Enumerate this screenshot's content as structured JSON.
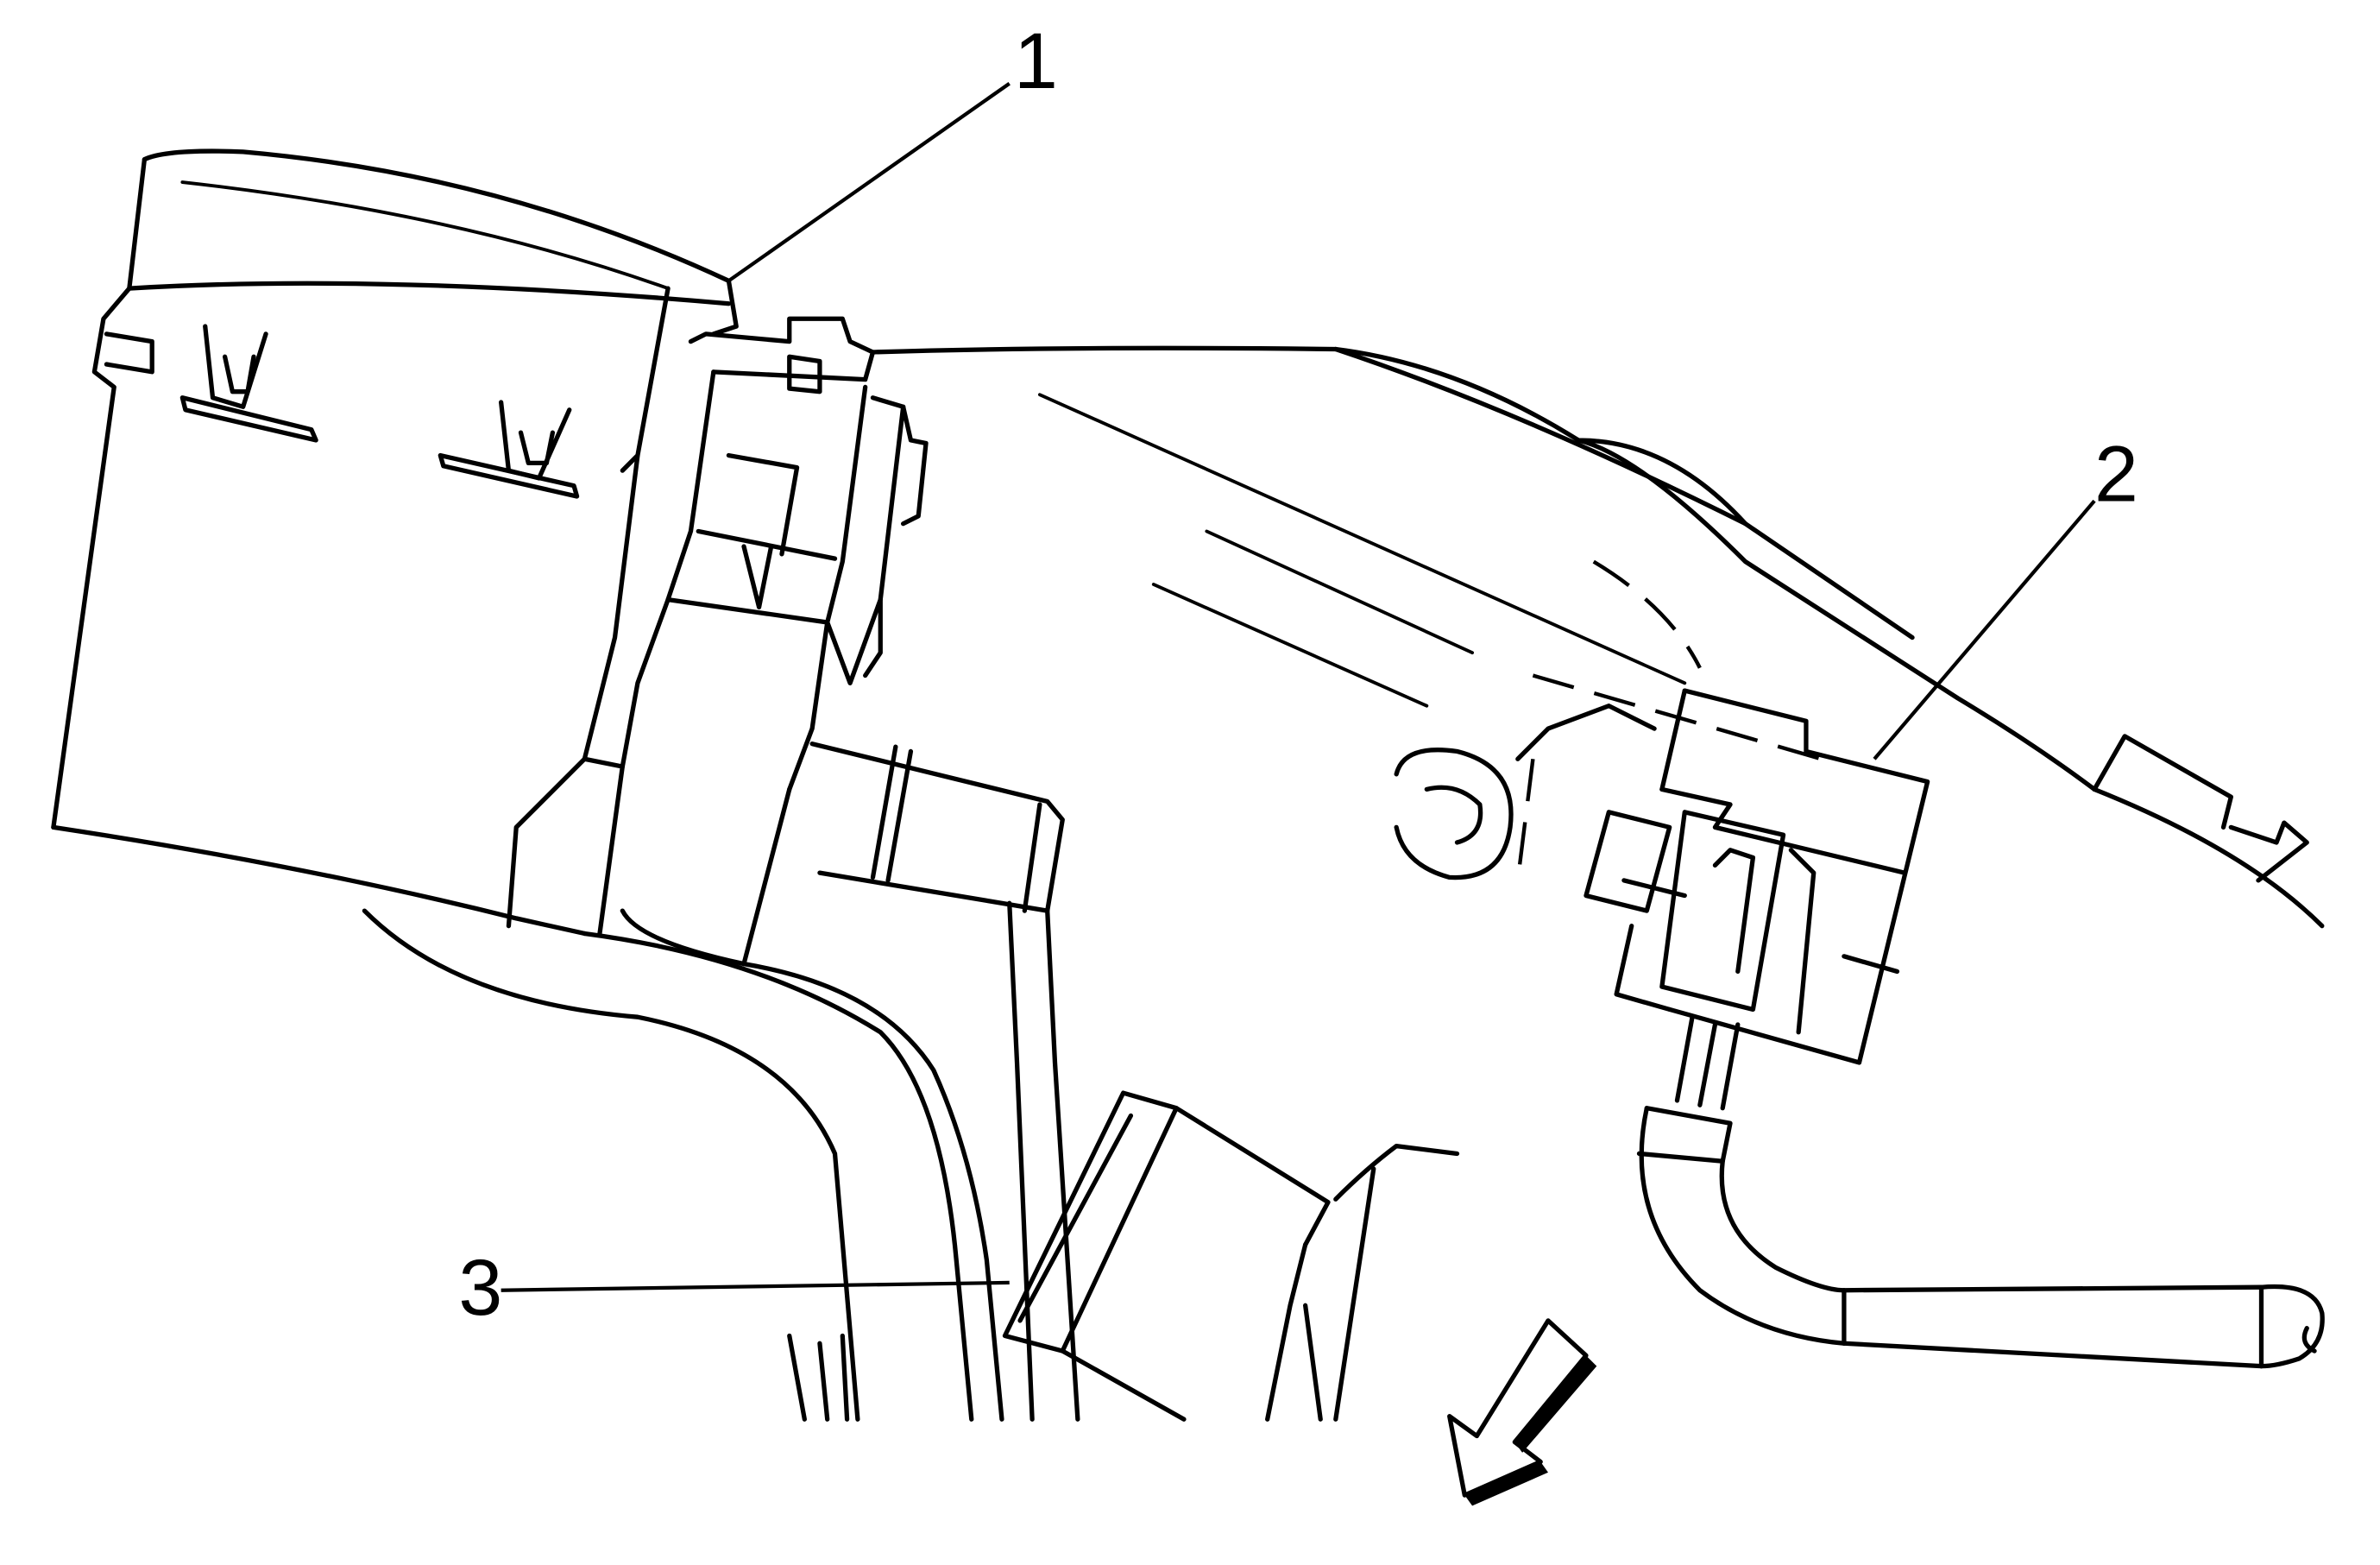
{
  "callouts": [
    {
      "id": "1",
      "label": "1",
      "part": "part-1"
    },
    {
      "id": "2",
      "label": "2",
      "part": "part-2"
    },
    {
      "id": "3",
      "label": "3",
      "part": "part-3"
    }
  ],
  "arrow_icon": "direction-arrow-icon",
  "colors": {
    "line": "#000000",
    "background": "#ffffff"
  }
}
